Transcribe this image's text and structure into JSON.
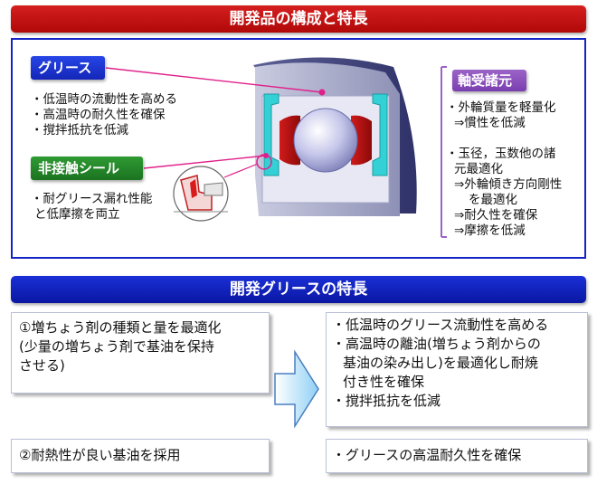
{
  "title1": "開発品の構成と特長",
  "title2": "開発グリースの特長",
  "grease": {
    "label": "グリース",
    "items": [
      "・低温時の流動性を高める",
      "・高温時の耐久性を確保",
      "・撹拌抵抗を低減"
    ]
  },
  "seal": {
    "label": "非接触シール",
    "items": [
      "・耐グリース漏れ性能",
      "と低摩擦を両立"
    ]
  },
  "bearing": {
    "label": "軸受諸元",
    "lines": [
      "・外輪質量を軽量化",
      "⇒慣性を低減",
      "・玉径，玉数他の諸",
      "元最適化",
      "⇒外輪傾き方向剛性",
      "を最適化",
      "⇒耐久性を確保",
      "⇒摩擦を低減"
    ]
  },
  "left_boxes": {
    "box1": [
      "①増ちょう剤の種類と量を最適化",
      "(少量の増ちょう剤で基油を保持",
      "させる)"
    ],
    "box2": "②耐熱性が良い基油を採用"
  },
  "right_boxes": {
    "box1": [
      "・低温時のグリース流動性を高める",
      "・高温時の離油(増ちょう剤からの",
      "基油の染み出し)を最適化し耐焼",
      "付き性を確保",
      "・撹拌抵抗を低減"
    ],
    "box2": "・グリースの高温耐久性を確保"
  },
  "colors": {
    "red_banner": "#c41212",
    "blue_banner": "#1424c4",
    "grease_tag": "#1d38d6",
    "seal_tag": "#258a2a",
    "bearing_tag": "#8a50bd",
    "leader_magenta": "#e0208a"
  }
}
